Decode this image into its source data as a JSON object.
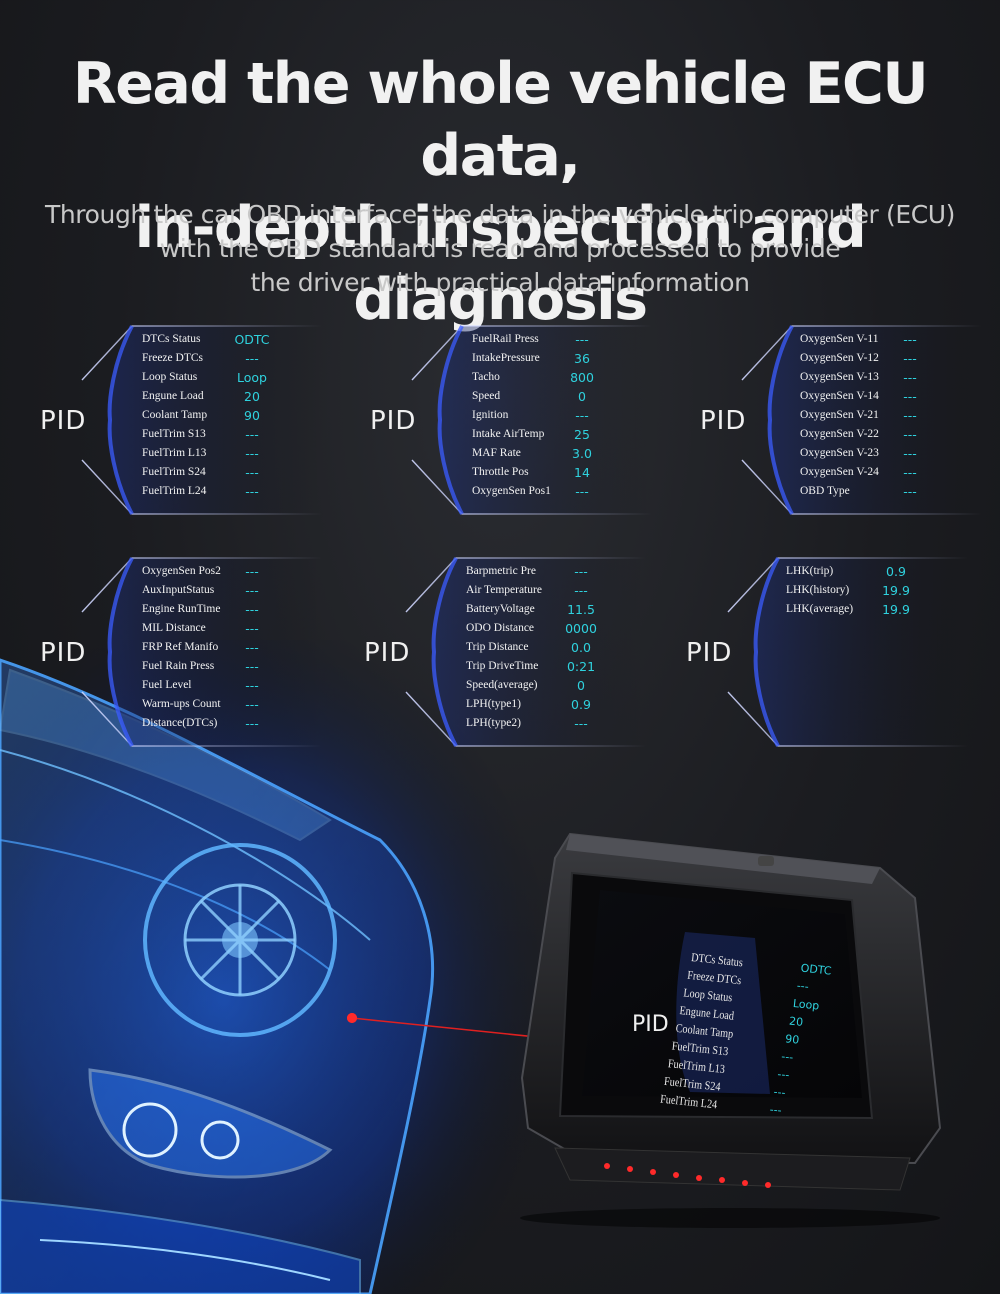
{
  "headline": {
    "line1": "Read the whole vehicle ECU data,",
    "line2": "in-depth inspection and diagnosis"
  },
  "subline": {
    "line1": "Through the car OBD interface, the data in the vehicle trip computer (ECU)",
    "line2": "with the OBD standard is read and processed to provide",
    "line3": "the driver with practical data information"
  },
  "accent_color": "#2fd2de",
  "panels": [
    {
      "pid": "PID",
      "rows": [
        {
          "label": "DTCs Status",
          "value": "ODTC"
        },
        {
          "label": "Freeze DTCs",
          "value": "---"
        },
        {
          "label": "Loop Status",
          "value": "Loop"
        },
        {
          "label": "Engune Load",
          "value": "20"
        },
        {
          "label": "Coolant Tamp",
          "value": "90"
        },
        {
          "label": "FuelTrim S13",
          "value": "---"
        },
        {
          "label": "FuelTrim L13",
          "value": "---"
        },
        {
          "label": "FuelTrim S24",
          "value": "---"
        },
        {
          "label": "FuelTrim L24",
          "value": "---"
        }
      ]
    },
    {
      "pid": "PID",
      "rows": [
        {
          "label": "FuelRail Press",
          "value": "---"
        },
        {
          "label": "IntakePressure",
          "value": "36"
        },
        {
          "label": "Tacho",
          "value": "800"
        },
        {
          "label": "Speed",
          "value": "0"
        },
        {
          "label": "Ignition",
          "value": "---"
        },
        {
          "label": "Intake AirTemp",
          "value": "25"
        },
        {
          "label": "MAF Rate",
          "value": "3.0"
        },
        {
          "label": "Throttle Pos",
          "value": "14"
        },
        {
          "label": "OxygenSen Pos1",
          "value": "---"
        }
      ]
    },
    {
      "pid": "PID",
      "rows": [
        {
          "label": "OxygenSen V-11",
          "value": "---"
        },
        {
          "label": "OxygenSen V-12",
          "value": "---"
        },
        {
          "label": "OxygenSen V-13",
          "value": "---"
        },
        {
          "label": "OxygenSen V-14",
          "value": "---"
        },
        {
          "label": "OxygenSen V-21",
          "value": "---"
        },
        {
          "label": "OxygenSen V-22",
          "value": "---"
        },
        {
          "label": "OxygenSen V-23",
          "value": "---"
        },
        {
          "label": "OxygenSen V-24",
          "value": "---"
        },
        {
          "label": "OBD  Type",
          "value": "---"
        }
      ]
    },
    {
      "pid": "PID",
      "rows": [
        {
          "label": "OxygenSen Pos2",
          "value": "---"
        },
        {
          "label": "AuxInputStatus",
          "value": "---"
        },
        {
          "label": "Engine RunTime",
          "value": "---"
        },
        {
          "label": "MIL      Distance",
          "value": "---"
        },
        {
          "label": "FRP  Ref  Manifo",
          "value": "---"
        },
        {
          "label": "Fuel  Rain   Press",
          "value": "---"
        },
        {
          "label": "Fuel Level",
          "value": "---"
        },
        {
          "label": "Warm-ups Count",
          "value": "---"
        },
        {
          "label": "Distance(DTCs)",
          "value": "---"
        }
      ]
    },
    {
      "pid": "PID",
      "rows": [
        {
          "label": "Barpmetric Pre",
          "value": "---"
        },
        {
          "label": "Air Temperature",
          "value": "---"
        },
        {
          "label": "BatteryVoltage",
          "value": "11.5"
        },
        {
          "label": "ODO Distance",
          "value": "0000"
        },
        {
          "label": "Trip Distance",
          "value": "0.0"
        },
        {
          "label": "Trip DriveTime",
          "value": "0:21"
        },
        {
          "label": "Speed(average)",
          "value": "0"
        },
        {
          "label": "LPH(type1)",
          "value": "0.9"
        },
        {
          "label": "LPH(type2)",
          "value": "---"
        }
      ]
    },
    {
      "pid": "PID",
      "rows": [
        {
          "label": "LHK(trip)",
          "value": "0.9"
        },
        {
          "label": "LHK(history)",
          "value": "19.9"
        },
        {
          "label": "LHK(average)",
          "value": "19.9"
        }
      ]
    }
  ],
  "device_screen": {
    "pid": "PID",
    "rows": [
      {
        "label": "DTCs Status",
        "value": "ODTC"
      },
      {
        "label": "Freeze DTCs",
        "value": "---"
      },
      {
        "label": "Loop Status",
        "value": "Loop"
      },
      {
        "label": "Engune Load",
        "value": "20"
      },
      {
        "label": "Coolant Tamp",
        "value": "90"
      },
      {
        "label": "FuelTrim S13",
        "value": "---"
      },
      {
        "label": "FuelTrim L13",
        "value": "---"
      },
      {
        "label": "FuelTrim S24",
        "value": "---"
      },
      {
        "label": "FuelTrim L24",
        "value": "---"
      }
    ]
  }
}
